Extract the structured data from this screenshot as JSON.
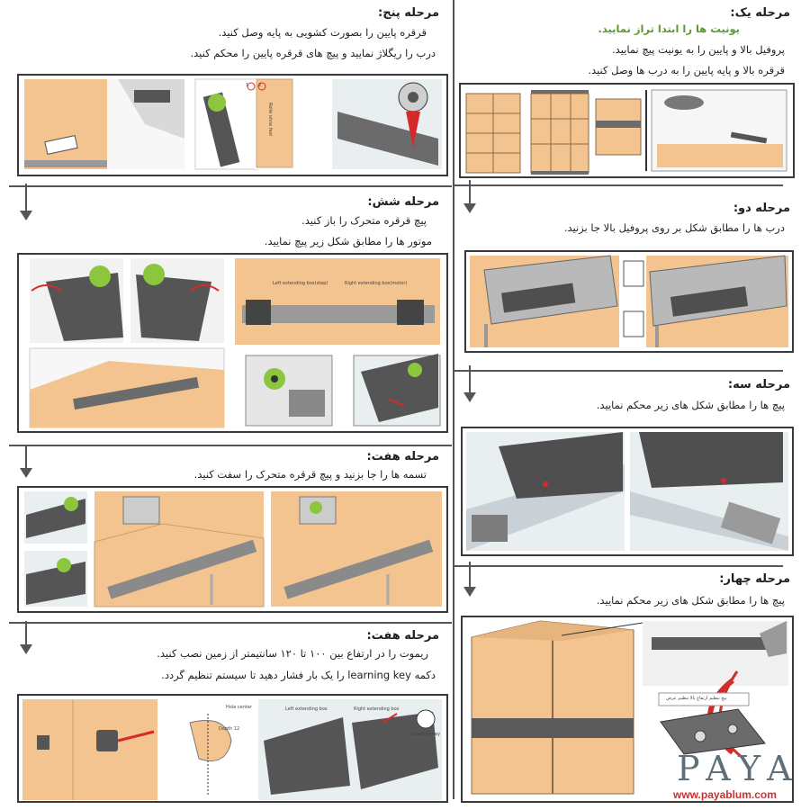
{
  "steps": {
    "one": {
      "title": "مرحله یک:",
      "note": "یونیت ها را ابتدا تراز نمایید.",
      "line1": "پروفیل بالا و پایین را به یونیت پیچ نمایید.",
      "line2": "قرقره بالا و پایه پایین را به درب ها وصل کنید."
    },
    "two": {
      "title": "مرحله دو:",
      "line1": "درب ها را مطابق شکل بر روی پروفیل بالا جا بزنید."
    },
    "three": {
      "title": "مرحله سه:",
      "line1": "پیچ ها را مطابق شکل های زیر محکم نمایید."
    },
    "four": {
      "title": "مرحله چهار:",
      "line1": "پیچ ها را مطابق شکل های زیر محکم نمایید."
    },
    "five": {
      "title": "مرحله پنج:",
      "line1": "قرقره پایین را بصورت کشویی به پایه وصل کنید.",
      "line2": "درب را ریگلاژ نمایید و پیچ های قرقره پایین را محکم کنید."
    },
    "six": {
      "title": "مرحله شش:",
      "line1": "پیچ قرقره متحرک را باز کنید.",
      "line2": "موتور ها را مطابق شکل زیر پیچ نمایید.",
      "label_left": "Left extending box(step)",
      "label_right": "Right extending box(motor)"
    },
    "seven_a": {
      "title": "مرحله هفت:",
      "line1": "تسمه ها را جا بزنید و پیچ قرقره متحرک را سفت کنید."
    },
    "seven_b": {
      "title": "مرحله هفت:",
      "line1": "ریموت را در ارتفاع بین ۱۰۰ تا ۱۲۰ سانتیمتر از زمین نصب کنید.",
      "line2": "دکمه learning key را  یک بار فشار دهید تا سیستم تنظیم گردد.",
      "label_hole": "Hole center",
      "label_depth": "Depth 12",
      "label_left": "Left extending box",
      "label_right": "Right extending box",
      "label_key": "Learning key"
    }
  },
  "step_five_markers": [
    "1",
    "2"
  ],
  "step_five_label": "Rolle ohne fest",
  "step_four_label": "پیچ تنظیم ارتفاع بالا تنظیم عرض",
  "logo": {
    "name": "PAYA",
    "url": "www.payablum.com"
  },
  "colors": {
    "wood": "#f3c48f",
    "metal": "#6b6b6b",
    "green": "#8cc63f",
    "red": "#d62a2a",
    "brand_red": "#c8322f"
  }
}
